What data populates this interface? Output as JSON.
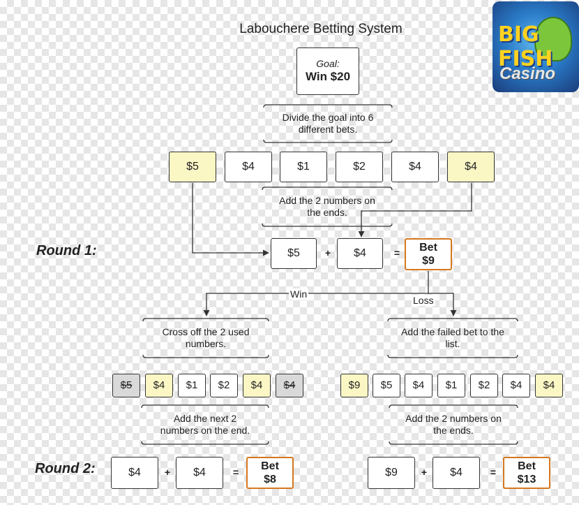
{
  "title": "Labouchere Betting System",
  "logo": {
    "line1": "BIG FISH",
    "line2": "Casino",
    "icon": "fish-icon"
  },
  "goal": {
    "label": "Goal:",
    "value": "Win $20"
  },
  "notes": {
    "divide": "Divide the goal into 6 different bets.",
    "add_ends": "Add the 2 numbers on the ends.",
    "cross_off": "Cross off the 2 used numbers.",
    "add_failed": "Add the failed bet to the list.",
    "add_next": "Add the next 2 numbers on the end.",
    "add_ends_loss": "Add the 2 numbers on the ends."
  },
  "initial_bets": [
    "$5",
    "$4",
    "$1",
    "$2",
    "$4",
    "$4"
  ],
  "round1": {
    "label": "Round 1:",
    "a": "$5",
    "plus": "+",
    "b": "$4",
    "equals": "=",
    "bet_line1": "Bet",
    "bet_line2": "$9"
  },
  "edges": {
    "win": "Win",
    "loss": "Loss"
  },
  "win_list": [
    "$5",
    "$4",
    "$1",
    "$2",
    "$4",
    "$4"
  ],
  "loss_list": [
    "$9",
    "$5",
    "$4",
    "$1",
    "$2",
    "$4",
    "$4"
  ],
  "round2": {
    "label": "Round 2:",
    "win": {
      "a": "$4",
      "plus": "+",
      "b": "$4",
      "equals": "=",
      "bet_line1": "Bet",
      "bet_line2": "$8"
    },
    "loss": {
      "a": "$9",
      "plus": "+",
      "b": "$4",
      "equals": "=",
      "bet_line1": "Bet",
      "bet_line2": "$13"
    }
  },
  "colors": {
    "highlight": "#fbf7c5",
    "crossed": "#d9d9d9",
    "bet_border": "#d6781e"
  }
}
